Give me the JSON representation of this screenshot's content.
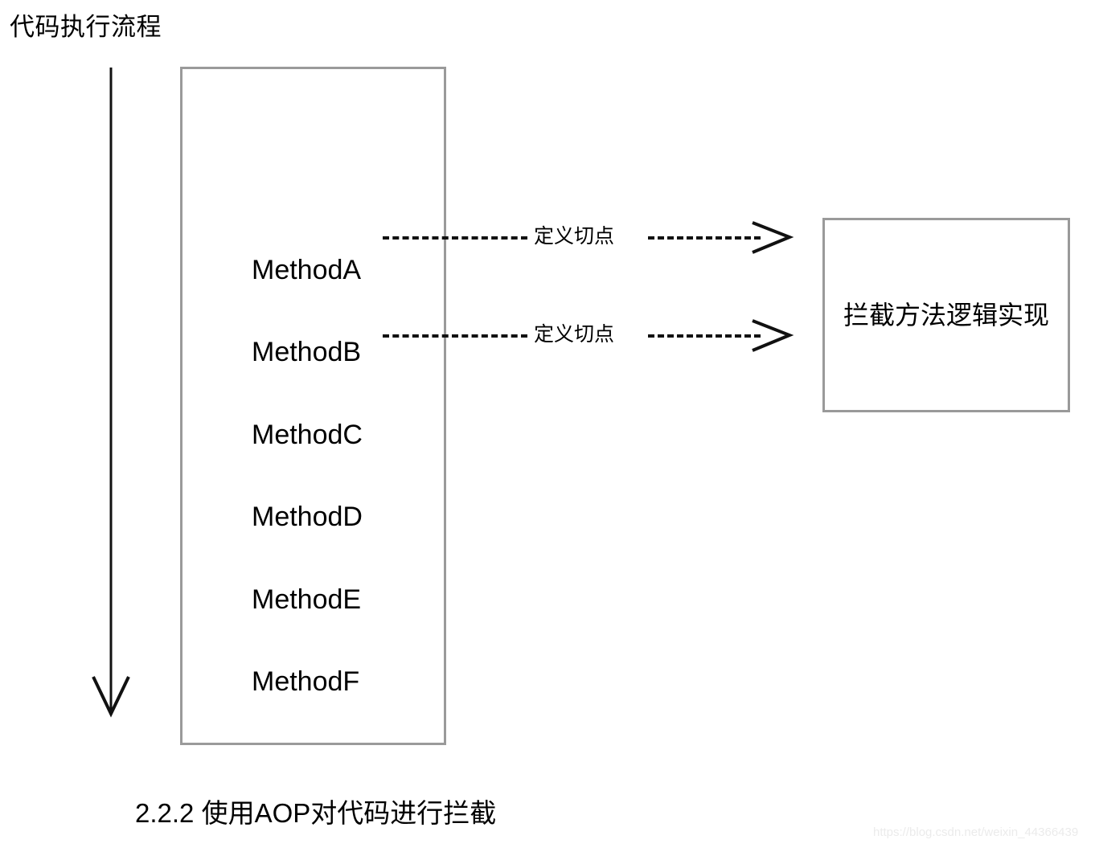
{
  "page": {
    "title": "代码执行流程",
    "caption": "2.2.2 使用AOP对代码进行拦截",
    "watermark": "https://blog.csdn.net/weixin_44366439",
    "background_color": "#ffffff",
    "box_border_color": "#9a9a9a",
    "line_color": "#111111",
    "text_color": "#000000"
  },
  "flow": {
    "arrow_name": "execution-flow-arrow",
    "direction": "down"
  },
  "method_box": {
    "name": "method-sequence-box",
    "methods": [
      {
        "label": "MethodA"
      },
      {
        "label": "MethodB"
      },
      {
        "label": "MethodC"
      },
      {
        "label": "MethodD"
      },
      {
        "label": "MethodE"
      },
      {
        "label": "MethodF"
      }
    ]
  },
  "pointcuts": [
    {
      "label": "定义切点",
      "from": "MethodA",
      "to": "拦截方法逻辑实现",
      "style": "dashed-arrow"
    },
    {
      "label": "定义切点",
      "from": "MethodB",
      "to": "拦截方法逻辑实现",
      "style": "dashed-arrow"
    }
  ],
  "interceptor_box": {
    "name": "interceptor-logic-box",
    "label": "拦截方法逻辑实现"
  }
}
